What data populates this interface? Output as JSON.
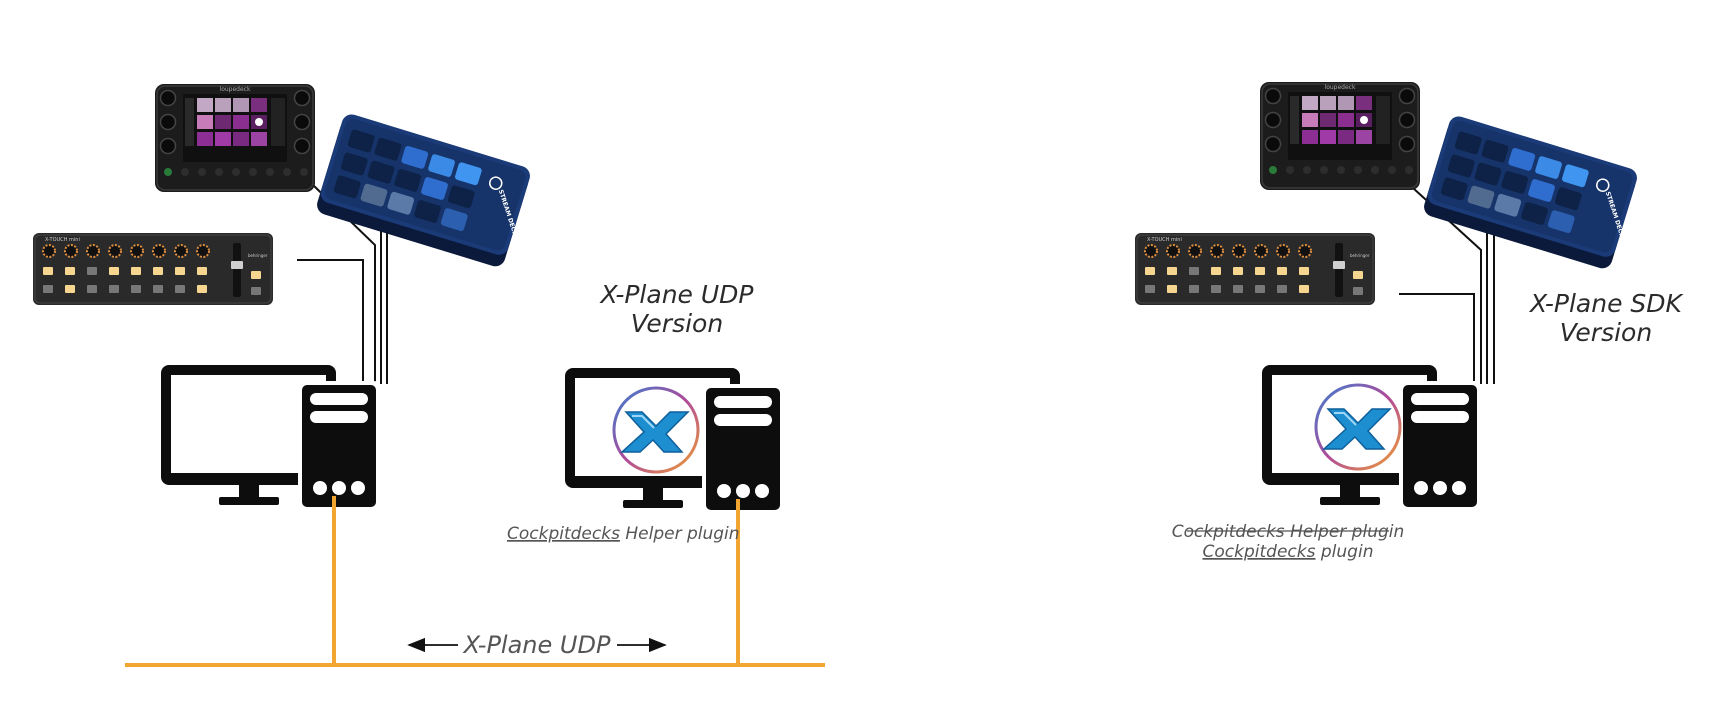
{
  "colors": {
    "background": "#ffffff",
    "network": "#f2a631",
    "computer": "#0d0d0d",
    "deck_blue": "#16336a",
    "xplane_blue": "#1d8fd0",
    "label_text": "#2b2b2b",
    "sub_text": "#666666"
  },
  "devices": {
    "loupedeck_brand": "loupedeck",
    "streamdeck_brand": "STREAM DECK",
    "xtouch_brand": "X-TOUCH mini",
    "xtouch_maker": "behringer"
  },
  "left": {
    "version_line1": "X-Plane UDP",
    "version_line2": "Version",
    "plugin_word": "Cockpitdecks",
    "plugin_rest": " Helper plugin",
    "udp_label": "X-Plane UDP"
  },
  "right": {
    "version_line1": "X-Plane SDK",
    "version_line2": "Version",
    "plugin1_word": "Cockpitdecks",
    "plugin1_rest": " Helper plugin",
    "plugin2_word": "Cockpitdecks",
    "plugin2_rest": " plugin"
  }
}
